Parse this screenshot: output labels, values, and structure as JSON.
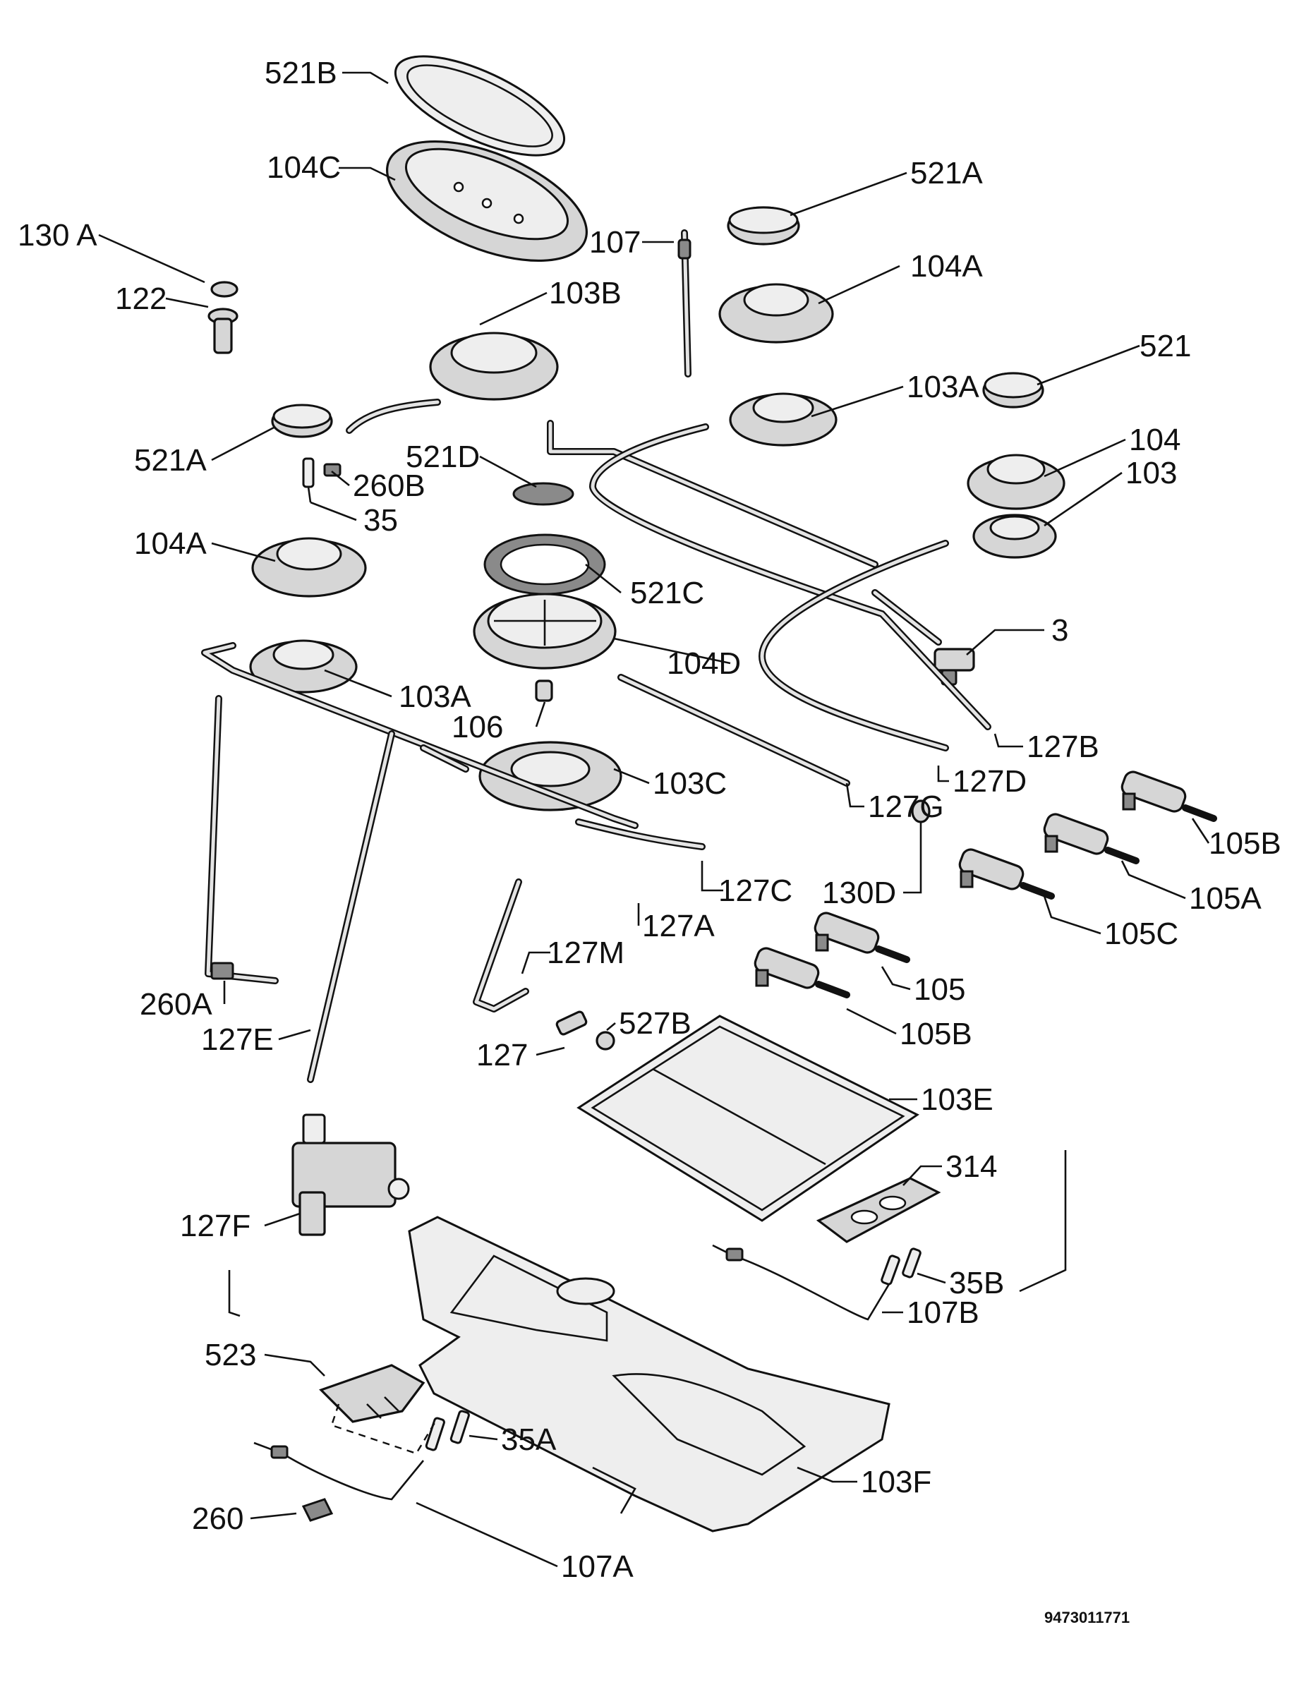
{
  "labels": {
    "p521B": "521B",
    "p104C": "104C",
    "p130A": "130 A",
    "p122": "122",
    "p107": "107",
    "p521A_right": "521A",
    "p103B": "103B",
    "p104A_right": "104A",
    "p521": "521",
    "p103A_right": "103A",
    "p521A_left": "521A",
    "p521D": "521D",
    "p260B": "260B",
    "p104": "104",
    "p103": "103",
    "p35": "35",
    "p104A_left": "104A",
    "p521C": "521C",
    "p3": "3",
    "p104D": "104D",
    "p103A_left": "103A",
    "p106": "106",
    "p127B": "127B",
    "p127D": "127D",
    "p103C": "103C",
    "p127G": "127G",
    "p105B_top": "105B",
    "p127C": "127C",
    "p130D": "130D",
    "p105A": "105A",
    "p127A": "127A",
    "p105C": "105C",
    "p127M": "127M",
    "p105": "105",
    "p260A": "260A",
    "p527B": "527B",
    "p127E": "127E",
    "p127": "127",
    "p105B_bottom": "105B",
    "p103E": "103E",
    "p314": "314",
    "p127F": "127F",
    "p35B": "35B",
    "p107B": "107B",
    "p523": "523",
    "p35A": "35A",
    "p103F": "103F",
    "p260": "260",
    "p107A": "107A"
  },
  "reference_number": "9473011771"
}
